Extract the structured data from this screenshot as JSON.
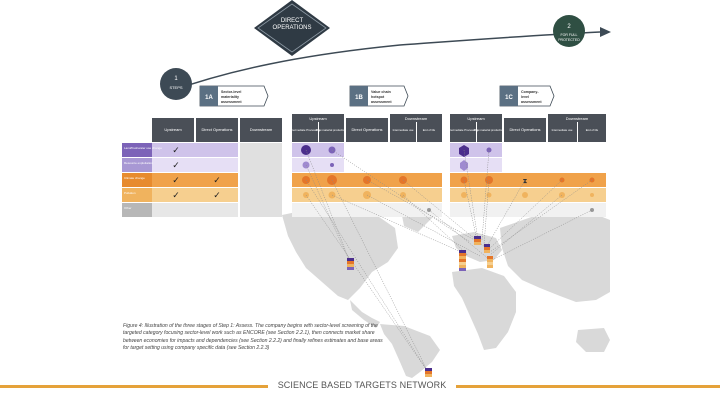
{
  "header": {
    "top_diamond_label": [
      "DIRECT",
      "OPERATIONS"
    ],
    "node1_label": "1",
    "node1_sub": "STEPS",
    "node2_label": "2",
    "node2_sub": [
      "FOR FULL",
      "PROTECTED"
    ]
  },
  "steps": [
    {
      "id": "1A",
      "text": [
        "Sector-level",
        "materiality",
        "assessment"
      ]
    },
    {
      "id": "1B",
      "text": [
        "Value chain",
        "hotspot",
        "assessment"
      ]
    },
    {
      "id": "1C",
      "text": [
        "Company-",
        "level",
        "assessment"
      ]
    }
  ],
  "panel_left": {
    "headers": [
      "Upstream",
      "Direct Operations",
      "Downstream"
    ],
    "rows": [
      "Land/freshwater use change",
      "Resource exploitation",
      "Climate change",
      "Pollution",
      "Other"
    ],
    "checks": [
      [
        "✓",
        "",
        ""
      ],
      [
        "✓",
        "",
        ""
      ],
      [
        "✓",
        "✓",
        ""
      ],
      [
        "✓",
        "✓",
        ""
      ],
      [
        "",
        "",
        ""
      ]
    ]
  },
  "panel_mid": {
    "headers": [
      "Upstream",
      "Direct Operations",
      "Downstream"
    ],
    "subheaders": [
      "Intermediate Processing",
      "Raw material production",
      "Intermediate use",
      "End of life"
    ]
  },
  "panel_right": {
    "headers": [
      "Upstream",
      "Direct Operations",
      "Downstream"
    ],
    "subheaders": [
      "Intermediate Processing",
      "Raw material production",
      "Intermediate use",
      "End of life"
    ]
  },
  "caption": "Figure 4: Illustration of the three stages of Step 1: Assess. The company begins with sector-level screening of the targeted category focusing sector-level work such as ENCORE (see Section 2.2.1), then connects market share between economies for impacts and dependencies (see Section 2.2.2) and finally refines estimates and base areas for target setting using company specific data (see Section 2.2.3)",
  "footer": "SCIENCE BASED TARGETS NETWORK",
  "colors": {
    "purple": "#7c63b8",
    "lavender": "#cfc3ea",
    "orange": "#f0a24a",
    "peach": "#f6cf8f",
    "gray": "#c8c8c8",
    "dark": "#3d4a55",
    "green": "#2f4f43",
    "teal": "#5b7083",
    "gold": "#e5a23a"
  }
}
